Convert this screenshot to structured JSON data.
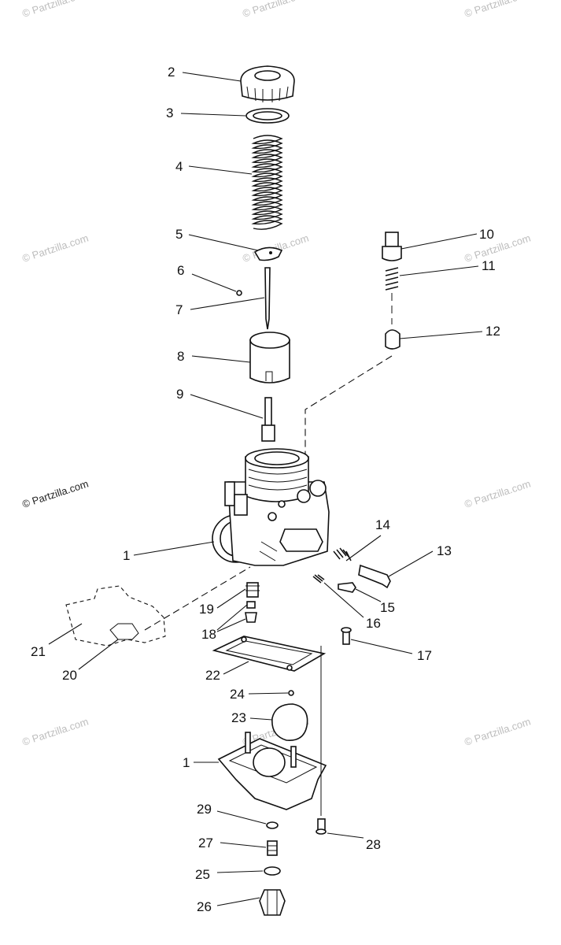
{
  "watermark": "© Partzilla.com",
  "callouts": [
    {
      "id": "c1a",
      "label": "1"
    },
    {
      "id": "c1b",
      "label": "1"
    },
    {
      "id": "c2",
      "label": "2"
    },
    {
      "id": "c3",
      "label": "3"
    },
    {
      "id": "c4",
      "label": "4"
    },
    {
      "id": "c5",
      "label": "5"
    },
    {
      "id": "c6",
      "label": "6"
    },
    {
      "id": "c7",
      "label": "7"
    },
    {
      "id": "c8",
      "label": "8"
    },
    {
      "id": "c9",
      "label": "9"
    },
    {
      "id": "c10",
      "label": "10"
    },
    {
      "id": "c11",
      "label": "11"
    },
    {
      "id": "c12",
      "label": "12"
    },
    {
      "id": "c13",
      "label": "13"
    },
    {
      "id": "c14",
      "label": "14"
    },
    {
      "id": "c15",
      "label": "15"
    },
    {
      "id": "c16",
      "label": "16"
    },
    {
      "id": "c17",
      "label": "17"
    },
    {
      "id": "c18",
      "label": "18"
    },
    {
      "id": "c19",
      "label": "19"
    },
    {
      "id": "c20",
      "label": "20"
    },
    {
      "id": "c21",
      "label": "21"
    },
    {
      "id": "c22",
      "label": "22"
    },
    {
      "id": "c23",
      "label": "23"
    },
    {
      "id": "c24",
      "label": "24"
    },
    {
      "id": "c25",
      "label": "25"
    },
    {
      "id": "c26",
      "label": "26"
    },
    {
      "id": "c27",
      "label": "27"
    },
    {
      "id": "c28",
      "label": "28"
    },
    {
      "id": "c29",
      "label": "29"
    }
  ]
}
